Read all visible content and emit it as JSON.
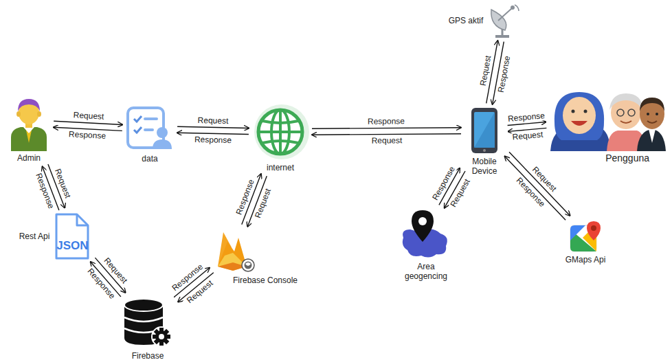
{
  "diagram": {
    "nodes": [
      {
        "text": [
          "Admin"
        ]
      },
      {
        "text": [
          "data"
        ]
      },
      {
        "text": [
          "internet"
        ]
      },
      {
        "text": [
          "Mobile Device"
        ]
      },
      {
        "text": [
          "Pengguna"
        ]
      },
      {
        "text": [
          "GPS aktif"
        ]
      },
      {
        "text": [
          "Rest Api",
          "JSON"
        ]
      },
      {
        "text": [
          "Firebase"
        ]
      },
      {
        "text": [
          "Firebase Console"
        ]
      },
      {
        "text": [
          "Area geogencing"
        ]
      },
      {
        "text": [
          "GMaps Api"
        ]
      }
    ],
    "edges": [
      {
        "from": 0,
        "to": 1,
        "label": "Request",
        "arrow": "to"
      },
      {
        "from": 1,
        "to": 0,
        "label": "Response",
        "arrow": "to"
      },
      {
        "from": 1,
        "to": 2,
        "label": "Request",
        "arrow": "to"
      },
      {
        "from": 2,
        "to": 1,
        "label": "Response",
        "arrow": "to"
      },
      {
        "from": 3,
        "to": 2,
        "label": "Request",
        "arrow": "to"
      },
      {
        "from": 2,
        "to": 3,
        "label": "Response",
        "arrow": "to"
      },
      {
        "from": 3,
        "to": 5,
        "label": "Request",
        "arrow": "to"
      },
      {
        "from": 5,
        "to": 3,
        "label": "Response",
        "arrow": "to"
      },
      {
        "from": 3,
        "to": 4,
        "label": "Response",
        "arrow": "to"
      },
      {
        "from": 4,
        "to": 3,
        "label": "Request",
        "arrow": "to"
      },
      {
        "from": 0,
        "to": 6,
        "label": "Request",
        "arrow": "to"
      },
      {
        "from": 6,
        "to": 0,
        "label": "Response",
        "arrow": "to"
      },
      {
        "from": 6,
        "to": 7,
        "label": "Request",
        "arrow": "to"
      },
      {
        "from": 7,
        "to": 6,
        "label": "Response",
        "arrow": "to"
      },
      {
        "from": 7,
        "to": 8,
        "label": "Response",
        "arrow": "to"
      },
      {
        "from": 8,
        "to": 7,
        "label": "Request",
        "arrow": "to"
      },
      {
        "from": 8,
        "to": 2,
        "label": "Response",
        "arrow": "to"
      },
      {
        "from": 2,
        "to": 8,
        "label": "Request",
        "arrow": "to"
      },
      {
        "from": 3,
        "to": 9,
        "label": "Request",
        "arrow": "to"
      },
      {
        "from": 9,
        "to": 3,
        "label": "Response",
        "arrow": "to"
      },
      {
        "from": 3,
        "to": 10,
        "label": "Request",
        "arrow": "to"
      },
      {
        "from": 10,
        "to": 3,
        "label": "Response",
        "arrow": "to"
      }
    ]
  }
}
